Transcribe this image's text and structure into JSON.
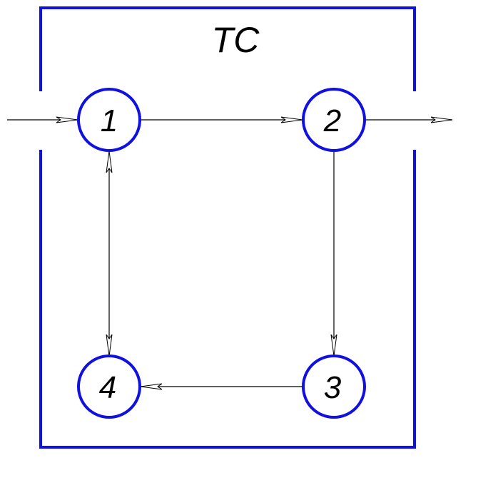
{
  "diagram": {
    "title": "TC",
    "nodes": [
      {
        "id": "1",
        "label": "1"
      },
      {
        "id": "2",
        "label": "2"
      },
      {
        "id": "3",
        "label": "3"
      },
      {
        "id": "4",
        "label": "4"
      }
    ],
    "edges": [
      {
        "from": "input",
        "to": "1",
        "direction": "forward"
      },
      {
        "from": "1",
        "to": "2",
        "direction": "forward"
      },
      {
        "from": "2",
        "to": "output",
        "direction": "forward"
      },
      {
        "from": "2",
        "to": "3",
        "direction": "forward"
      },
      {
        "from": "3",
        "to": "4",
        "direction": "forward"
      },
      {
        "from": "1",
        "to": "4",
        "direction": "both"
      }
    ],
    "colors": {
      "boundary": "#1010e0",
      "node_stroke": "#1010e0",
      "edge": "#000000",
      "text": "#000000"
    }
  }
}
